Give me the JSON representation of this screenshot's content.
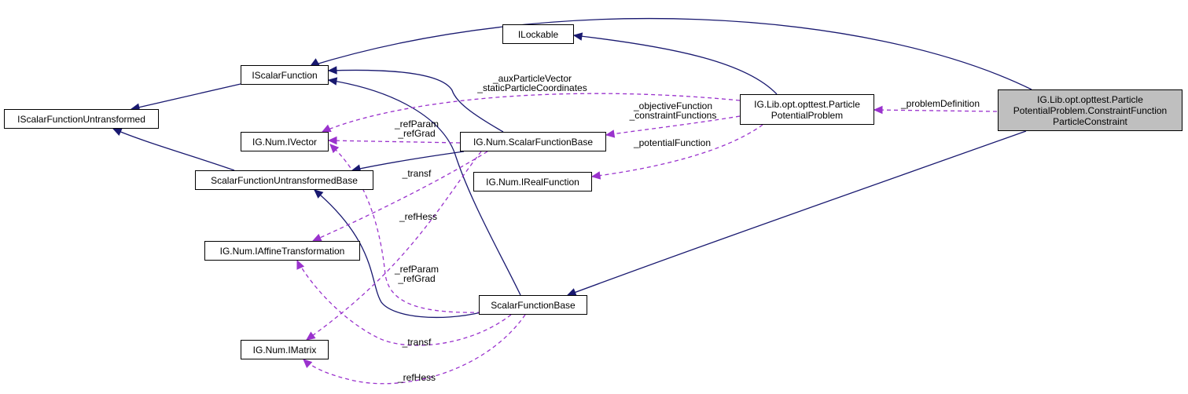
{
  "colors": {
    "inherit": "#191970",
    "usage": "#9a32cd",
    "focus_fill": "#bfbfbf"
  },
  "nodes": {
    "ilockable": {
      "lines": [
        "ILockable"
      ]
    },
    "iscalarfunction": {
      "lines": [
        "IScalarFunction"
      ]
    },
    "iscalarfunctionuntransformed": {
      "lines": [
        "IScalarFunctionUntransformed"
      ]
    },
    "ivector": {
      "lines": [
        "IG.Num.IVector"
      ]
    },
    "scalarfunctionbase_num": {
      "lines": [
        "IG.Num.ScalarFunctionBase"
      ]
    },
    "scalarfunctionuntransformedbase": {
      "lines": [
        "ScalarFunctionUntransformedBase"
      ]
    },
    "particlepotentialproblem": {
      "lines": [
        "IG.Lib.opt.opttest.Particle",
        "PotentialProblem"
      ]
    },
    "irealfunction": {
      "lines": [
        "IG.Num.IRealFunction"
      ]
    },
    "iaffinetransformation": {
      "lines": [
        "IG.Num.IAffineTransformation"
      ]
    },
    "scalarfunctionbase": {
      "lines": [
        "ScalarFunctionBase"
      ]
    },
    "imatrix": {
      "lines": [
        "IG.Num.IMatrix"
      ]
    },
    "particleconstraint": {
      "lines": [
        "IG.Lib.opt.opttest.Particle",
        "PotentialProblem.ConstraintFunction",
        "ParticleConstraint"
      ]
    }
  },
  "edge_labels": {
    "aux_static": [
      "_auxParticleVector",
      "_staticParticleCoordinates"
    ],
    "objective_constraint": [
      "_objectiveFunction",
      "_constraintFunctions"
    ],
    "problem_definition": [
      "_problemDefinition"
    ],
    "refparam_refgrad_top": [
      "_refParam",
      "_refGrad"
    ],
    "potential_function": [
      "_potentialFunction"
    ],
    "transf_top": [
      "_transf"
    ],
    "refhess_top": [
      "_refHess"
    ],
    "refparam_refgrad_bottom": [
      "_refParam",
      "_refGrad"
    ],
    "transf_bottom": [
      "_transf"
    ],
    "refhess_bottom": [
      "_refHess"
    ]
  }
}
